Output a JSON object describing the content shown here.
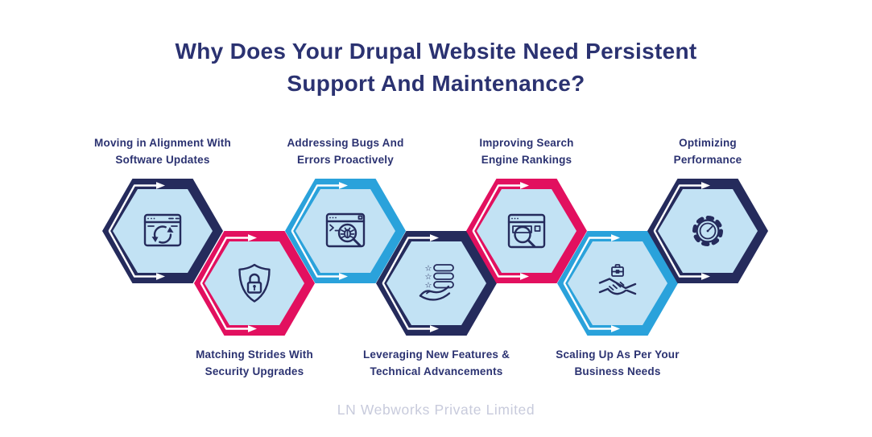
{
  "title": {
    "line1": "Why Does Your Drupal Website Need Persistent",
    "line2": "Support And Maintenance?"
  },
  "items": [
    {
      "line1": "Moving in Alignment With",
      "line2": "Software Updates",
      "icon": "browser-refresh-icon",
      "position": "up",
      "accent_color": "#252B5C"
    },
    {
      "line1": "Matching Strides With",
      "line2": "Security Upgrades",
      "icon": "shield-lock-icon",
      "position": "down",
      "accent_color": "#E2105F"
    },
    {
      "line1": "Addressing Bugs And",
      "line2": "Errors Proactively",
      "icon": "bug-search-icon",
      "position": "up",
      "accent_color": "#2AA2DB"
    },
    {
      "line1": "Leveraging New Features &",
      "line2": "Technical Advancements",
      "icon": "features-hand-icon",
      "position": "down",
      "accent_color": "#252B5C"
    },
    {
      "line1": "Improving Search",
      "line2": "Engine Rankings",
      "icon": "seo-search-icon",
      "position": "up",
      "accent_color": "#E2105F"
    },
    {
      "line1": "Scaling Up As Per Your",
      "line2": "Business Needs",
      "icon": "handshake-icon",
      "position": "down",
      "accent_color": "#2AA2DB"
    },
    {
      "line1": "Optimizing",
      "line2": "Performance",
      "icon": "gear-gauge-icon",
      "position": "up",
      "accent_color": "#252B5C"
    }
  ],
  "footer": {
    "brand": "LN Webworks Private Limited"
  },
  "colors": {
    "background": "#FFFFFF",
    "navy": "#252B5C",
    "pink": "#E2105F",
    "cyan": "#2AA2DB",
    "hexagon_inner_fill": "#C2E2F4",
    "title_text": "#2B3271",
    "label_text": "#2B3271",
    "footer_text": "#C8CBDC",
    "arrow": "#FFFFFF",
    "icon_stroke": "#252B5C"
  }
}
